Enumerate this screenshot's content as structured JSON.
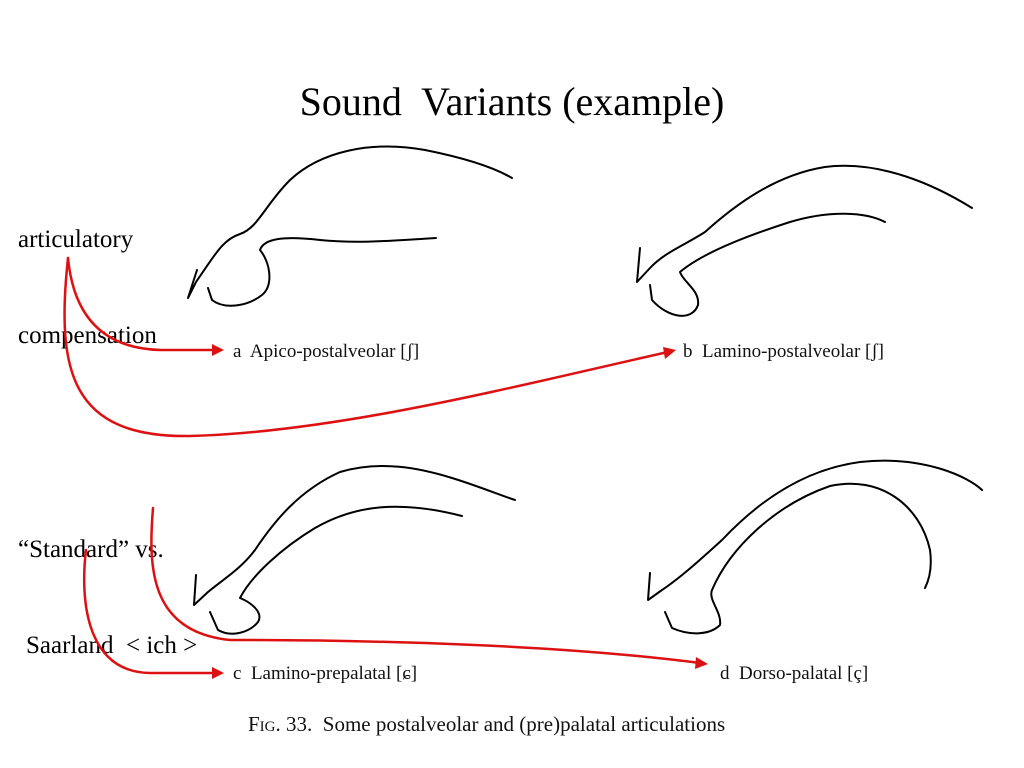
{
  "slide": {
    "title": "Sound  Variants (example)"
  },
  "notes": {
    "articulatory_line1": "articulatory",
    "articulatory_line2": "compensation",
    "standard_line1": "“Standard” vs.",
    "standard_line2": "Saarland  < ich >"
  },
  "figure": {
    "panels": [
      {
        "letter": "a",
        "label": "Apico-postalveolar [ʃ]"
      },
      {
        "letter": "b",
        "label": "Lamino-postalveolar [ʃ]"
      },
      {
        "letter": "c",
        "label": "Lamino-prepalatal [ɕ]"
      },
      {
        "letter": "d",
        "label": "Dorso-palatal [ç]"
      }
    ],
    "caption_prefix": "Fig. 33.",
    "caption_text": "Some postalveolar and (pre)palatal articulations"
  },
  "colors": {
    "arrow": "#dd1111",
    "ink": "#000000"
  }
}
